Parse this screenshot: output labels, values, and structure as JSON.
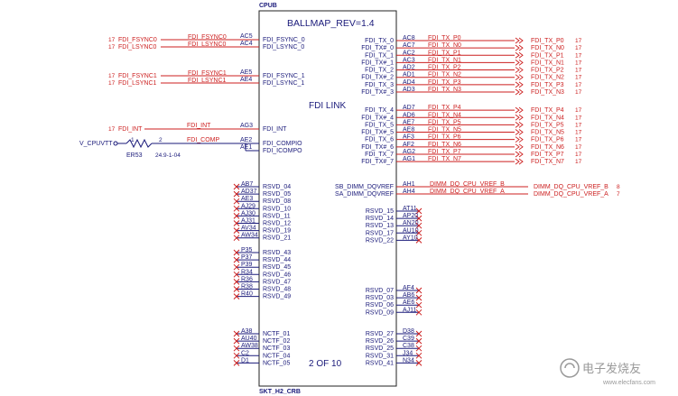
{
  "part": {
    "ref": "CPUB",
    "title": "BALLMAP_REV=1.4",
    "section_title": "FDI LINK",
    "unit": "2 OF 10",
    "footprint": "SKT_H2_CRB"
  },
  "left_nets": [
    {
      "page": "17",
      "name": "FDI_FSYNC0",
      "ball": "AC5",
      "pin": "FDI_FSYNC_0"
    },
    {
      "page": "17",
      "name": "FDI_LSYNC0",
      "ball": "AC4",
      "pin": "FDI_LSYNC_0"
    },
    {
      "page": "17",
      "name": "FDI_FSYNC1",
      "ball": "AE5",
      "pin": "FDI_FSYNC_1"
    },
    {
      "page": "17",
      "name": "FDI_LSYNC1",
      "ball": "AE4",
      "pin": "FDI_LSYNC_1"
    },
    {
      "page": "17",
      "name": "FDI_INT",
      "ball": "AG3",
      "pin": "FDI_INT"
    }
  ],
  "comp": {
    "power": "V_CPUVTT",
    "pin1": "1",
    "pin2": "2",
    "ref": "ER53",
    "value": "24.9-1-04",
    "net": "FDI_COMP",
    "balls": [
      "AE2",
      "AE1"
    ],
    "pins": [
      "FDI_COMPIO",
      "FDI_ICOMPO"
    ]
  },
  "fdi_tx": [
    {
      "pin": "FDI_TX_0",
      "ball": "AC8",
      "net": "FDI_TX_P0",
      "page": "17"
    },
    {
      "pin": "FDI_TX#_0",
      "ball": "AC7",
      "net": "FDI_TX_N0",
      "page": "17"
    },
    {
      "pin": "FDI_TX_1",
      "ball": "AC2",
      "net": "FDI_TX_P1",
      "page": "17"
    },
    {
      "pin": "FDI_TX#_1",
      "ball": "AC3",
      "net": "FDI_TX_N1",
      "page": "17"
    },
    {
      "pin": "FDI_TX_2",
      "ball": "AD2",
      "net": "FDI_TX_P2",
      "page": "17"
    },
    {
      "pin": "FDI_TX#_2",
      "ball": "AD1",
      "net": "FDI_TX_N2",
      "page": "17"
    },
    {
      "pin": "FDI_TX_3",
      "ball": "AD4",
      "net": "FDI_TX_P3",
      "page": "17"
    },
    {
      "pin": "FDI_TX#_3",
      "ball": "AD3",
      "net": "FDI_TX_N3",
      "page": "17"
    },
    {
      "pin": "FDI_TX_4",
      "ball": "AD7",
      "net": "FDI_TX_P4",
      "page": "17"
    },
    {
      "pin": "FDI_TX#_4",
      "ball": "AD6",
      "net": "FDI_TX_N4",
      "page": "17"
    },
    {
      "pin": "FDI_TX_5",
      "ball": "AE7",
      "net": "FDI_TX_P5",
      "page": "17"
    },
    {
      "pin": "FDI_TX#_5",
      "ball": "AE8",
      "net": "FDI_TX_N5",
      "page": "17"
    },
    {
      "pin": "FDI_TX_6",
      "ball": "AF3",
      "net": "FDI_TX_P6",
      "page": "17"
    },
    {
      "pin": "FDI_TX#_6",
      "ball": "AF2",
      "net": "FDI_TX_N6",
      "page": "17"
    },
    {
      "pin": "FDI_TX_7",
      "ball": "AG2",
      "net": "FDI_TX_P7",
      "page": "17"
    },
    {
      "pin": "FDI_TX#_7",
      "ball": "AG1",
      "net": "FDI_TX_N7",
      "page": "17"
    }
  ],
  "vref": [
    {
      "pin": "SB_DIMM_DQVREF",
      "ball": "AH1",
      "net": "DIMM_DQ_CPU_VREF_B",
      "page": "8"
    },
    {
      "pin": "SA_DIMM_DQVREF",
      "ball": "AH4",
      "net": "DIMM_DQ_CPU_VREF_A",
      "page": "7"
    }
  ],
  "left_nc_groups": [
    [
      {
        "ball": "AB7",
        "pin": "RSVD_04"
      },
      {
        "ball": "AD37",
        "pin": "RSVD_05"
      },
      {
        "ball": "AE3",
        "pin": "RSVD_08"
      },
      {
        "ball": "AJ29",
        "pin": "RSVD_10"
      },
      {
        "ball": "AJ30",
        "pin": "RSVD_11"
      },
      {
        "ball": "AJ31",
        "pin": "RSVD_12"
      },
      {
        "ball": "AV34",
        "pin": "RSVD_19"
      },
      {
        "ball": "AW34",
        "pin": "RSVD_21"
      }
    ],
    [
      {
        "ball": "P35",
        "pin": "RSVD_43"
      },
      {
        "ball": "P37",
        "pin": "RSVD_44"
      },
      {
        "ball": "P39",
        "pin": "RSVD_45"
      },
      {
        "ball": "R34",
        "pin": "RSVD_46"
      },
      {
        "ball": "R36",
        "pin": "RSVD_47"
      },
      {
        "ball": "R38",
        "pin": "RSVD_48"
      },
      {
        "ball": "R40",
        "pin": "RSVD_49"
      }
    ],
    [
      {
        "ball": "A38",
        "pin": "NCTF_01"
      },
      {
        "ball": "AU40",
        "pin": "NCTF_02"
      },
      {
        "ball": "AW38",
        "pin": "NCTF_03"
      },
      {
        "ball": "C2",
        "pin": "NCTF_04"
      },
      {
        "ball": "D1",
        "pin": "NCTF_05"
      }
    ]
  ],
  "right_nc_groups": [
    [
      {
        "ball": "AT11",
        "pin": "RSVD_15"
      },
      {
        "ball": "AP20",
        "pin": "RSVD_14"
      },
      {
        "ball": "AN20",
        "pin": "RSVD_13"
      },
      {
        "ball": "AU10",
        "pin": "RSVD_17"
      },
      {
        "ball": "AY10",
        "pin": "RSVD_22"
      }
    ],
    [
      {
        "ball": "AF4",
        "pin": "RSVD_07"
      },
      {
        "ball": "AB6",
        "pin": "RSVD_03"
      },
      {
        "ball": "AE6",
        "pin": "RSVD_06"
      },
      {
        "ball": "AJ11",
        "pin": "RSVD_09"
      }
    ],
    [
      {
        "ball": "D38",
        "pin": "RSVD_27"
      },
      {
        "ball": "C39",
        "pin": "RSVD_26"
      },
      {
        "ball": "C38",
        "pin": "RSVD_25"
      },
      {
        "ball": "J34",
        "pin": "RSVD_31"
      },
      {
        "ball": "N34",
        "pin": "RSVD_41"
      }
    ]
  ],
  "watermark": {
    "text": "电子发烧友",
    "url": "www.elecfans.com"
  },
  "colors": {
    "symbol": "#1a1a7a",
    "net": "#cc1f1f",
    "box": "#222222"
  }
}
